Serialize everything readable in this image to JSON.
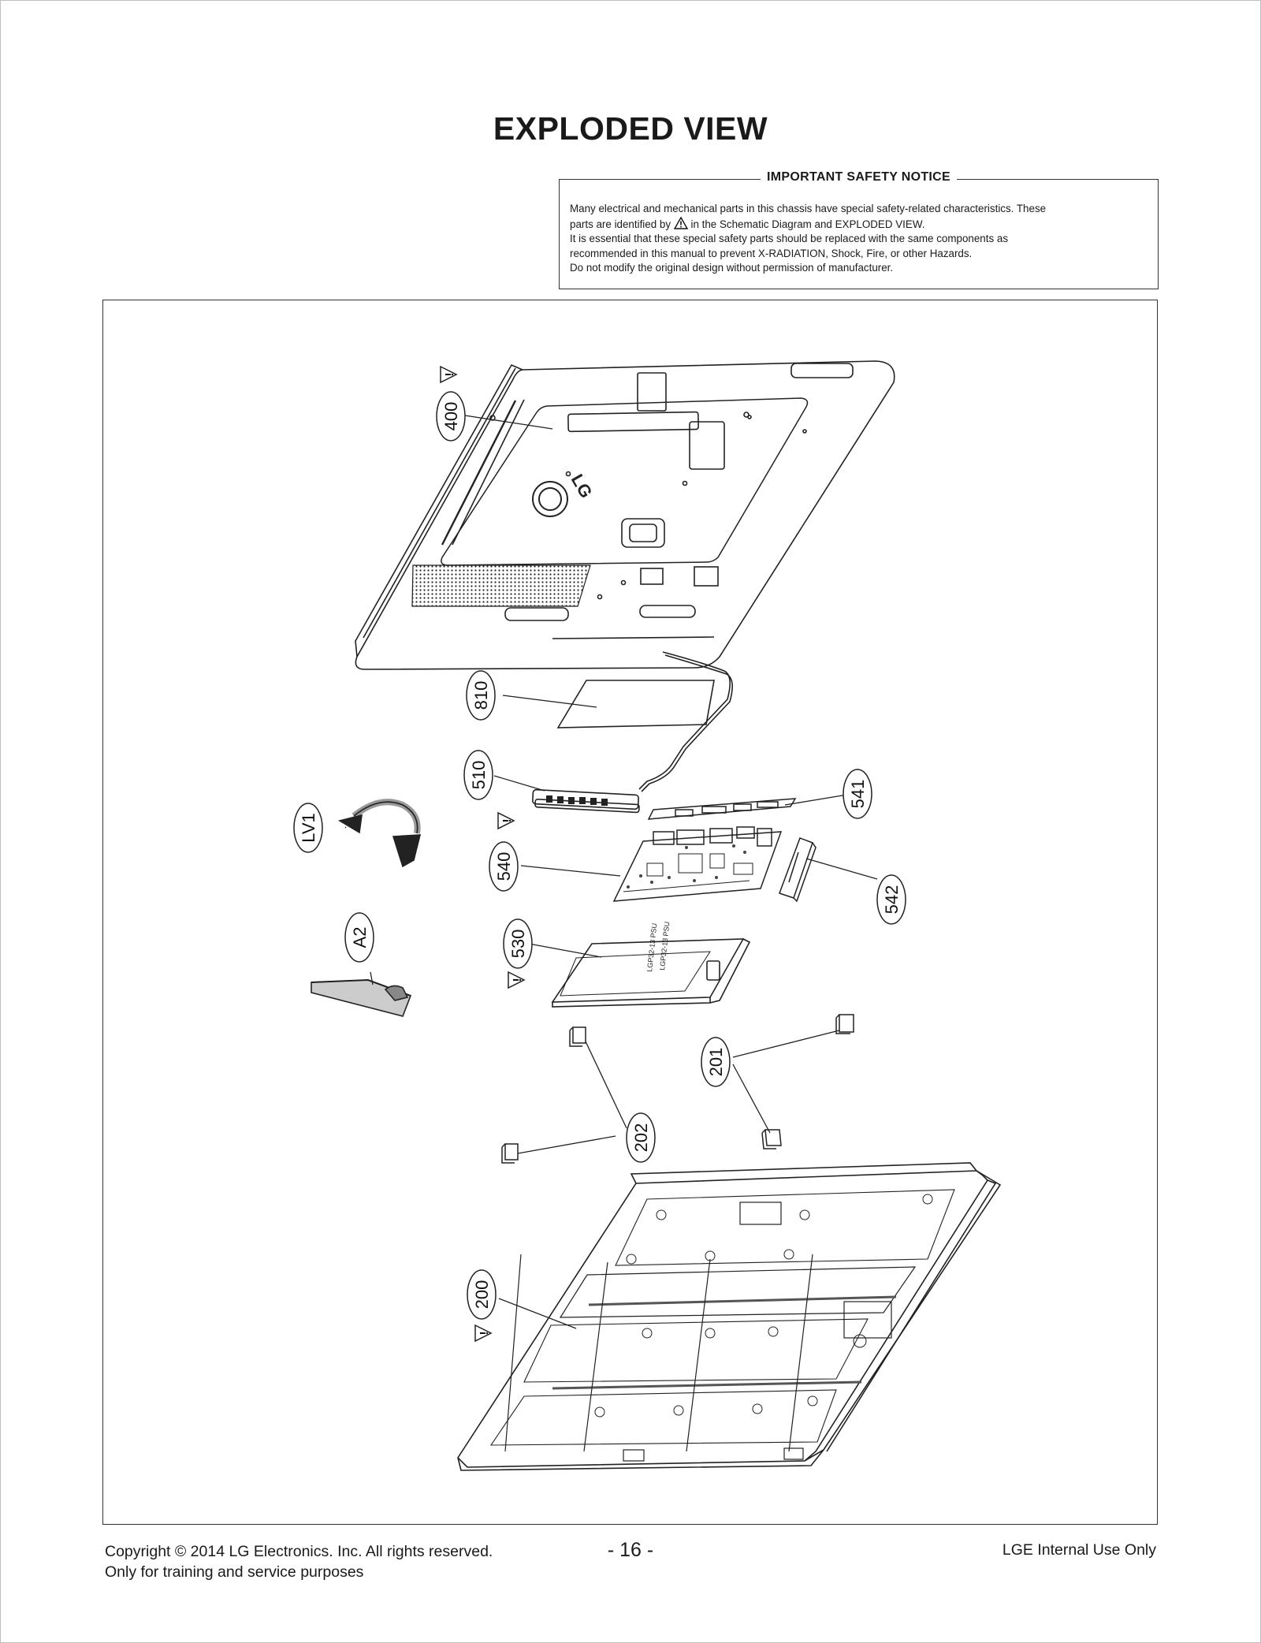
{
  "page": {
    "title": "EXPLODED VIEW"
  },
  "notice": {
    "heading": "IMPORTANT SAFETY NOTICE",
    "line1": "Many electrical and mechanical parts in this chassis have special safety-related characteristics. These",
    "line2_before": "parts are identified by",
    "line2_after": "in the Schematic Diagram and EXPLODED VIEW.",
    "line3": "It is essential that these special safety parts should be replaced with the same components as",
    "line4": "recommended in this manual to prevent X-RADIATION, Shock, Fire, or other Hazards.",
    "line5": "Do not modify the original design without permission of manufacturer."
  },
  "diagram": {
    "back_cover_logo": "LG",
    "parts": {
      "p400": "400",
      "p810": "810",
      "p510": "510",
      "p541": "541",
      "plv1": "LV1",
      "p540": "540",
      "p542": "542",
      "pa2": "A2",
      "p530": "530",
      "p201": "201",
      "p202": "202",
      "p200": "200"
    },
    "psu_label_1": "LGP32-13 PSU",
    "psu_label_2": "LGP32-13 PSU",
    "warning_glyph": "!"
  },
  "footer": {
    "copyright": "Copyright  © 2014  LG Electronics. Inc. All rights reserved.",
    "purpose": "Only for training and service purposes",
    "page_number": "- 16 -",
    "internal": "LGE Internal Use Only"
  }
}
